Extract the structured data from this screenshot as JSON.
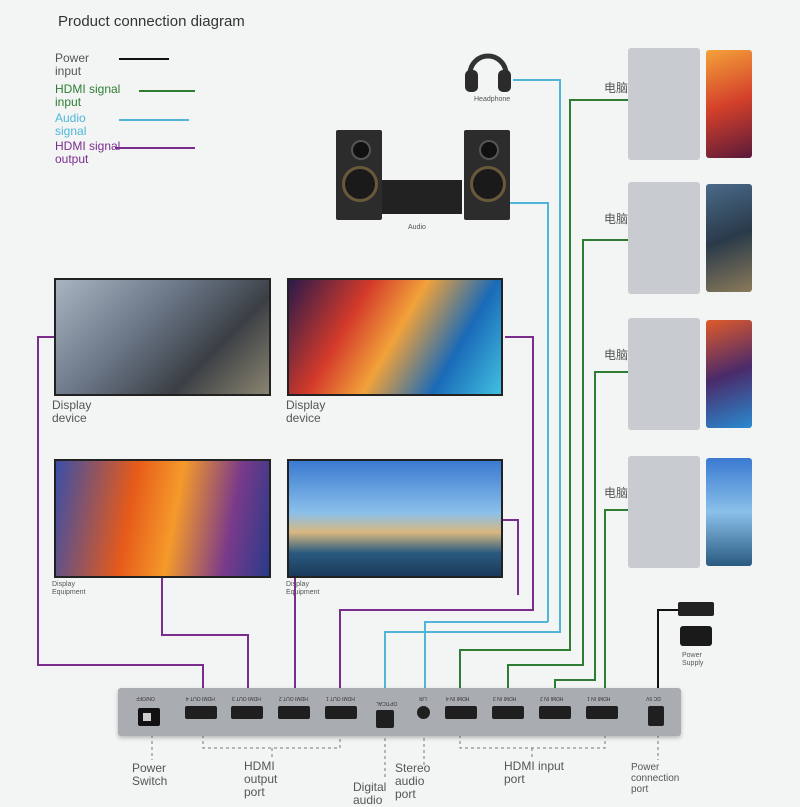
{
  "title": "Product connection diagram",
  "legend": [
    {
      "label": "Power input",
      "color": "#111111"
    },
    {
      "label": "HDMI signal input",
      "color": "#2e7d32"
    },
    {
      "label": "Audio signal",
      "color": "#4fb6d8"
    },
    {
      "label": "HDMI signal output",
      "color": "#7b2d8e"
    }
  ],
  "devices": {
    "headphone_label": "Headphone",
    "audio_label": "Audio",
    "laptop_label": "电脑",
    "display_label_1": "Display device",
    "display_label_2": "Display device",
    "display_label_3": "Display Equipment",
    "display_label_4": "Display Equipment",
    "power_supply_label": "Power Supply"
  },
  "box": {
    "switch_label": "ON/OFF",
    "out_ports": [
      "HDMI OUT 4",
      "HDMI OUT 3",
      "HDMI OUT 2",
      "HDMI OUT 1"
    ],
    "optical_label": "OPTICAL",
    "stereo_label": "L/R",
    "in_ports": [
      "HDMI IN 4",
      "HDMI IN 3",
      "HDMI IN 2",
      "HDMI IN 1"
    ],
    "dc_label": "DC 5V"
  },
  "callouts": {
    "power_switch": "Power Switch",
    "hdmi_output": "HDMI output port",
    "digital_audio": "Digital audio",
    "stereo_audio": "Stereo audio port",
    "hdmi_input": "HDMI input port",
    "power_connection": "Power connection port"
  },
  "colors": {
    "power": "#111111",
    "hdmi_in": "#2e7d32",
    "audio": "#4fb6d8",
    "hdmi_out": "#7b2d8e"
  }
}
